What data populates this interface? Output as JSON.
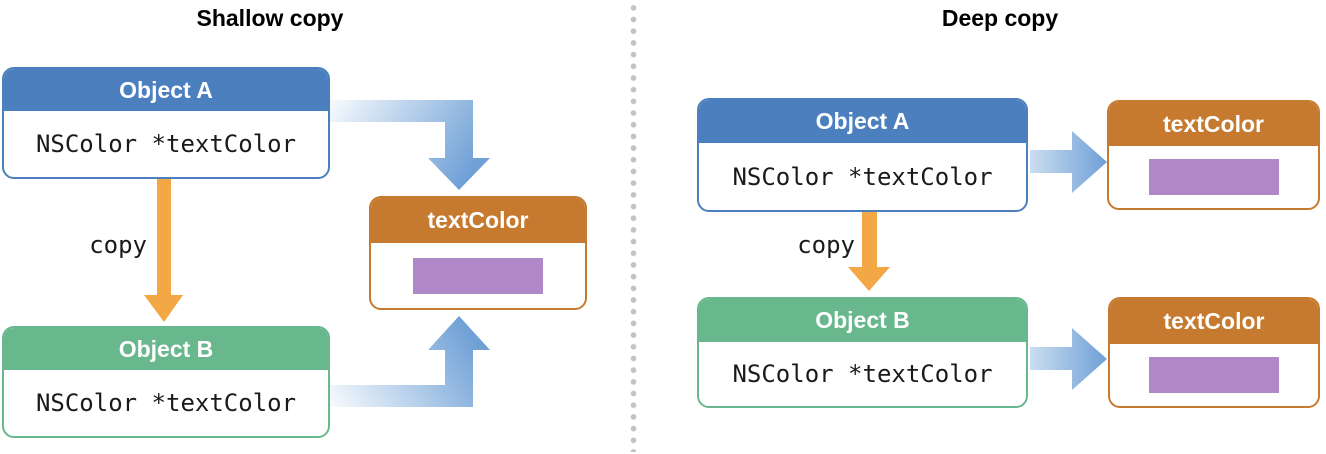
{
  "diagram": {
    "shallow": {
      "title": "Shallow copy",
      "object_a": {
        "title": "Object A",
        "field": "NSColor *textColor"
      },
      "object_b": {
        "title": "Object B",
        "field": "NSColor *textColor"
      },
      "copy_label": "copy",
      "textcolor": {
        "title": "textColor"
      }
    },
    "deep": {
      "title": "Deep copy",
      "object_a": {
        "title": "Object A",
        "field": "NSColor *textColor"
      },
      "object_b": {
        "title": "Object B",
        "field": "NSColor *textColor"
      },
      "copy_label": "copy",
      "textcolor_a": {
        "title": "textColor"
      },
      "textcolor_b": {
        "title": "textColor"
      }
    }
  },
  "colors": {
    "object_a_header": "#4C7FBE",
    "object_b_header": "#68B78D",
    "textcolor_header": "#C57A2F",
    "swatch": "#B188C7",
    "copy_arrow": "#F3A845",
    "pointer_start_left": "#F5F9FD",
    "pointer_start_right": "#CBDDF1",
    "pointer_end": "#6FA0D6",
    "divider_dot": "#C3C3C3",
    "text": "#1A1A1A"
  }
}
